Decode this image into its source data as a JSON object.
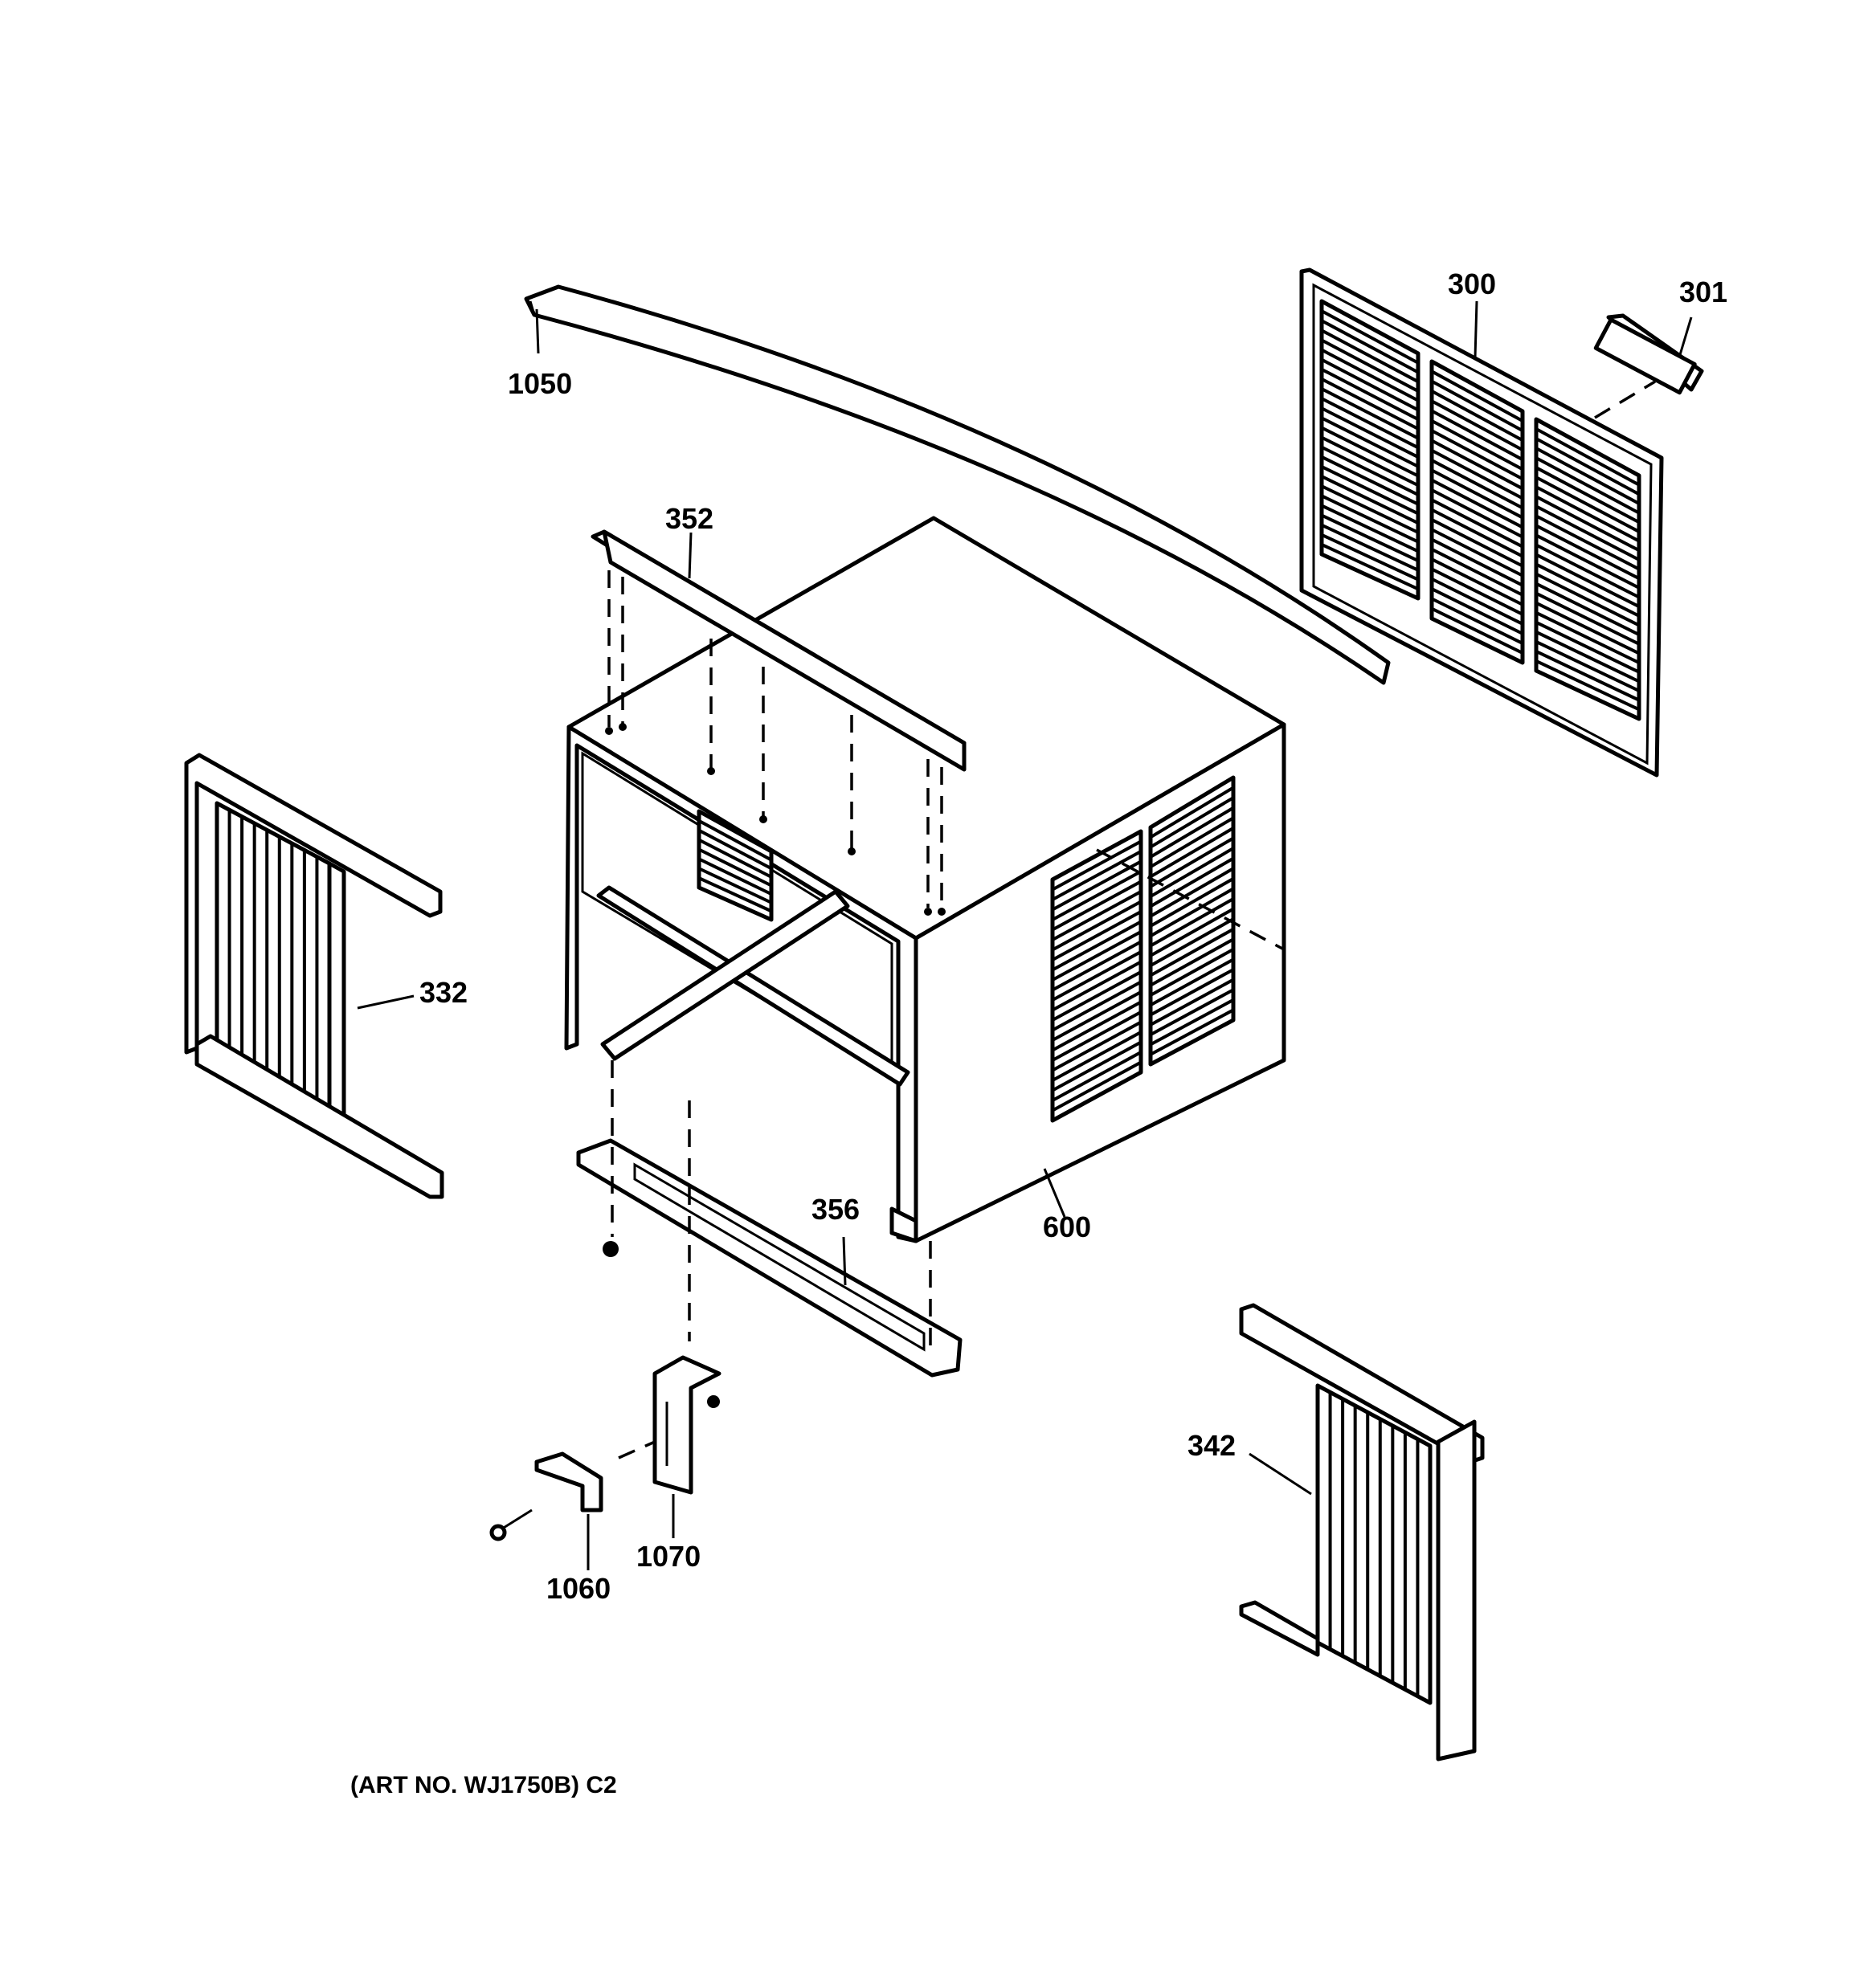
{
  "callouts": [
    {
      "id": "1050",
      "label": "1050"
    },
    {
      "id": "300",
      "label": "300"
    },
    {
      "id": "301",
      "label": "301"
    },
    {
      "id": "352",
      "label": "352"
    },
    {
      "id": "332",
      "label": "332"
    },
    {
      "id": "356",
      "label": "356"
    },
    {
      "id": "600",
      "label": "600"
    },
    {
      "id": "342",
      "label": "342"
    },
    {
      "id": "1070",
      "label": "1070"
    },
    {
      "id": "1060",
      "label": "1060"
    }
  ],
  "art_number": "(ART NO. WJ1750B) C2"
}
